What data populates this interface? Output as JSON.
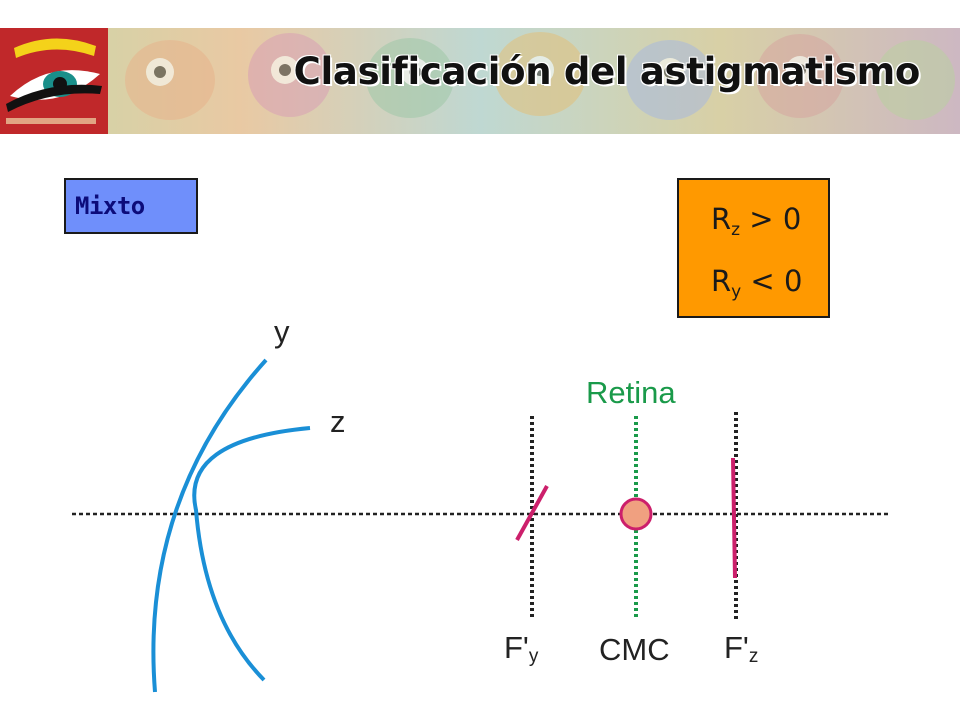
{
  "title": "Clasificación del astigmatismo",
  "case_label": "Mixto",
  "conditions": [
    {
      "symbol": "R",
      "sub": "z",
      "relation": " > 0"
    },
    {
      "symbol": "R",
      "sub": "y",
      "relation": " < 0"
    }
  ],
  "diagram": {
    "meridian_y": "y",
    "meridian_z": "z",
    "retina_label": "Retina",
    "focus_y": {
      "main": "F'",
      "sub": "y"
    },
    "focus_z": {
      "main": "F'",
      "sub": "z"
    },
    "cmc_label": "CMC"
  },
  "colors": {
    "lens": "#1a8fd6",
    "retina": "#1a9a4a",
    "focal_line": "#cc1f6b",
    "circle_fill": "#f0a080",
    "case_box": "#6f8ffb",
    "cond_box": "#ff9900"
  }
}
